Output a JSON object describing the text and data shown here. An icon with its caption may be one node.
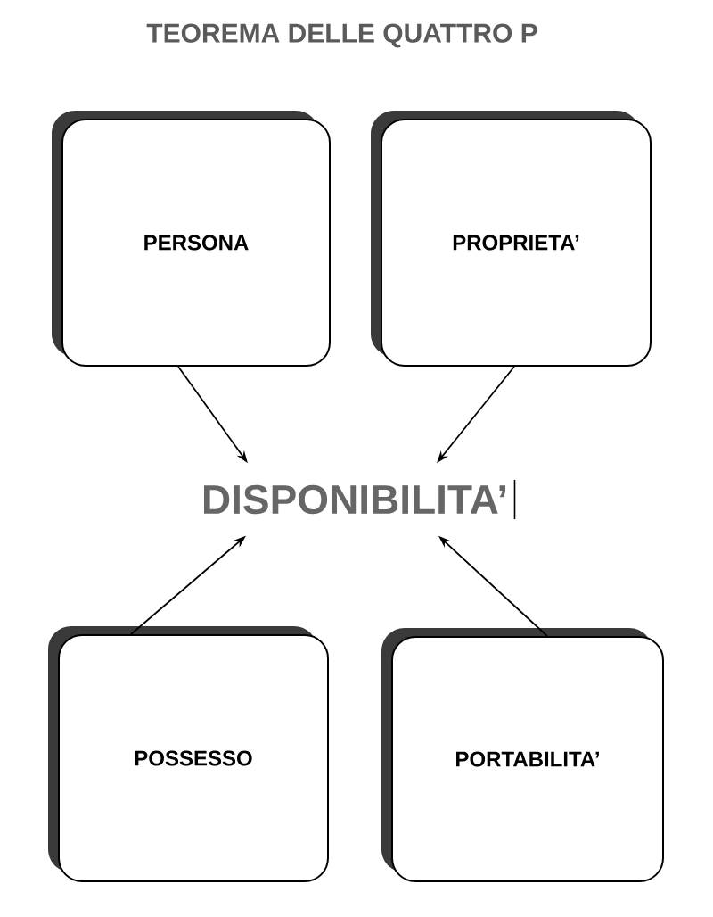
{
  "diagram": {
    "title": "TEOREMA DELLE QUATTRO P",
    "nodes": [
      {
        "text": [
          "PERSONA"
        ]
      },
      {
        "text": [
          "PROPRIETA’"
        ]
      },
      {
        "text": [
          "DISPONIBILITA’"
        ]
      },
      {
        "text": [
          "POSSESSO"
        ]
      },
      {
        "text": [
          "PORTABILITA’"
        ]
      }
    ],
    "edges": [
      {
        "from": 0,
        "to": 2,
        "arrow": "to"
      },
      {
        "from": 1,
        "to": 2,
        "arrow": "to"
      },
      {
        "from": 3,
        "to": 2,
        "arrow": "to"
      },
      {
        "from": 4,
        "to": 2,
        "arrow": "to"
      }
    ]
  }
}
